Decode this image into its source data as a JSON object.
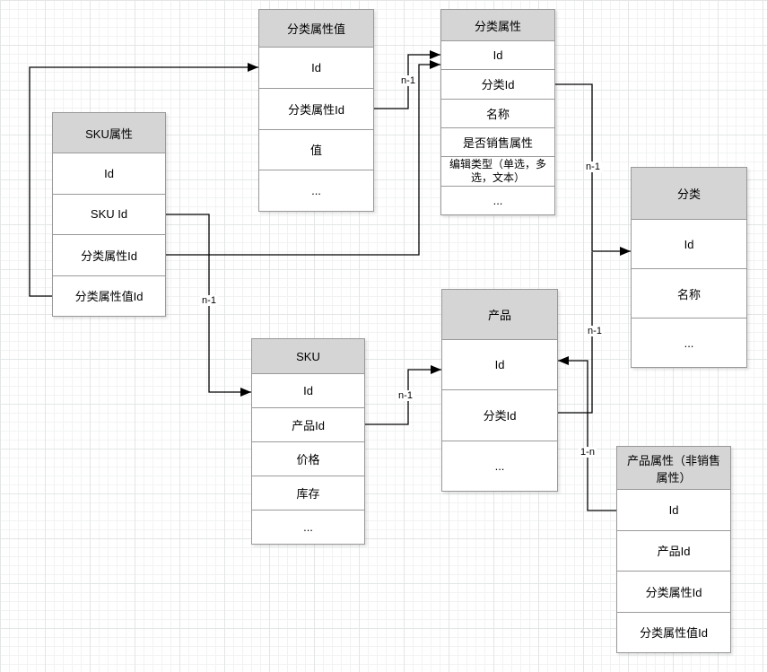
{
  "colors": {
    "canvas_bg": "#ffffff",
    "grid_minor": "#f1f3f3",
    "grid_major": "#e3e6e6",
    "entity_border": "#999999",
    "entity_header": "#d5d5d5",
    "entity_body": "#ffffff",
    "connector": "#000000",
    "text_color": "#000000"
  },
  "entities": [
    {
      "id": "category-attribute-value",
      "title": "分类属性值",
      "rows": [
        "Id",
        "分类属性Id",
        "值",
        "..."
      ]
    },
    {
      "id": "category-attribute",
      "title": "分类属性",
      "rows": [
        "Id",
        "分类Id",
        "名称",
        "是否销售属性",
        "编辑类型（单选，多选，文本）",
        "..."
      ]
    },
    {
      "id": "sku-attribute",
      "title": "SKU属性",
      "rows": [
        "Id",
        "SKU Id",
        "分类属性Id",
        "分类属性值Id"
      ]
    },
    {
      "id": "category",
      "title": "分类",
      "rows": [
        "Id",
        "名称",
        "..."
      ]
    },
    {
      "id": "sku",
      "title": "SKU",
      "rows": [
        "Id",
        "产品Id",
        "价格",
        "库存",
        "..."
      ]
    },
    {
      "id": "product",
      "title": "产品",
      "rows": [
        "Id",
        "分类Id",
        "..."
      ]
    },
    {
      "id": "product-attribute",
      "title": "产品属性（非销售属性）",
      "rows": [
        "Id",
        "产品Id",
        "分类属性Id",
        "分类属性值Id"
      ]
    }
  ],
  "connectors": {
    "labels": [
      {
        "id": "cav-to-ca",
        "text": "n-1"
      },
      {
        "id": "ca-to-category",
        "text": "n-1"
      },
      {
        "id": "product-to-category",
        "text": "n-1"
      },
      {
        "id": "skuattr-to-sku",
        "text": "n-1"
      },
      {
        "id": "sku-to-product",
        "text": "n-1"
      },
      {
        "id": "productattr-to-product",
        "text": "1-n"
      }
    ]
  }
}
